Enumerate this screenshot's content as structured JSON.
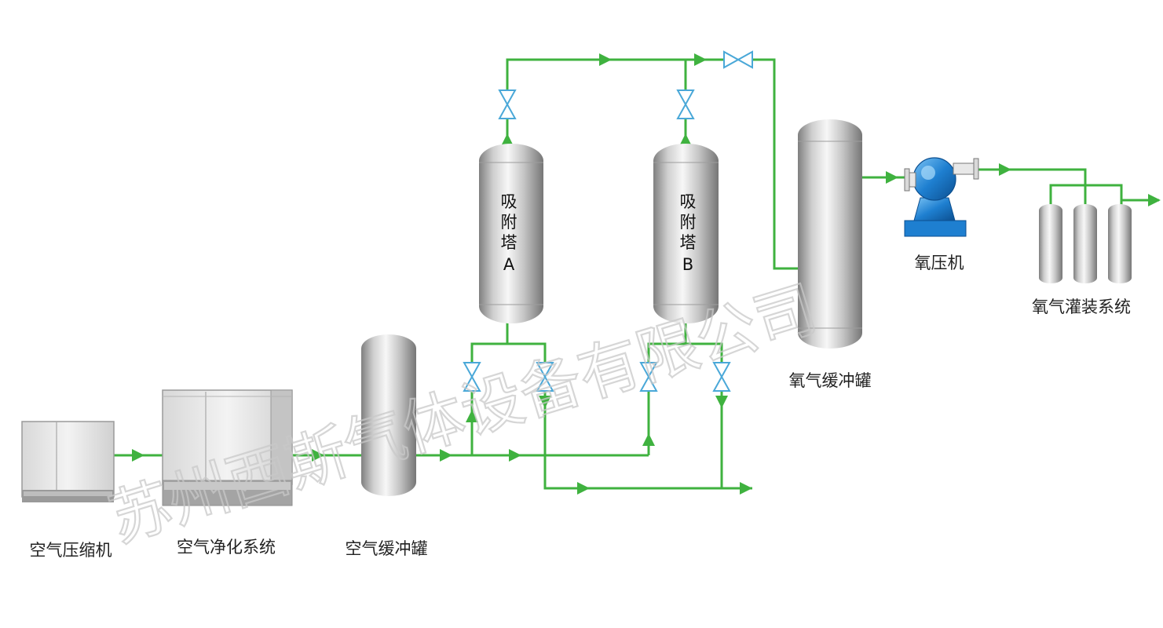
{
  "labels": {
    "air_compressor": "空气压缩机",
    "air_purification": "空气净化系统",
    "air_buffer": "空气缓冲罐",
    "tower_a": [
      "吸",
      "附",
      "塔",
      "A"
    ],
    "tower_b": [
      "吸",
      "附",
      "塔",
      "B"
    ],
    "oxygen_buffer": "氧气缓冲罐",
    "oxygen_compressor": "氧压机",
    "oxygen_filling": "氧气灌装系统"
  },
  "watermark": "苏州西斯气体设备有限公司",
  "colors": {
    "pipe": "#3fb23f",
    "valve": "#4aa8d8",
    "vessel_light": "#f4f4f4",
    "vessel_dark": "#8c8c8c",
    "compressor_blue": "#1e7fd0"
  }
}
